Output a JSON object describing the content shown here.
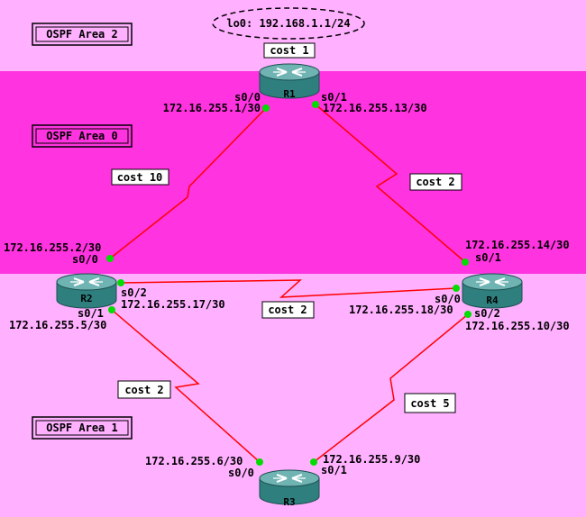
{
  "colors": {
    "area_light": "#ffb0ff",
    "area_dark": "#ff33e0",
    "link": "#ff0000",
    "port_dot": "#00dd00",
    "router_top": "#6fb3b3",
    "router_side": "#2f7f7f"
  },
  "areas": {
    "area2": "OSPF Area 2",
    "area0": "OSPF Area 0",
    "area1": "OSPF Area 1"
  },
  "loopback": "lo0: 192.168.1.1/24",
  "routers": {
    "r1": "R1",
    "r2": "R2",
    "r3": "R3",
    "r4": "R4"
  },
  "costs": {
    "r1_loopback": "cost 1",
    "r1_r2": "cost 10",
    "r1_r4": "cost 2",
    "r2_r4": "cost 2",
    "r2_r3": "cost 2",
    "r3_r4": "cost 5"
  },
  "interfaces": {
    "r1_s00": "s0/0",
    "r1_s00_ip": "172.16.255.1/30",
    "r1_s01": "s0/1",
    "r1_s01_ip": "172.16.255.13/30",
    "r2_s00": "s0/0",
    "r2_s00_ip": "172.16.255.2/30",
    "r2_s02": "s0/2",
    "r2_s02_ip": "172.16.255.17/30",
    "r2_s01": "s0/1",
    "r2_s01_ip": "172.16.255.5/30",
    "r4_s01": "s0/1",
    "r4_s01_ip": "172.16.255.14/30",
    "r4_s00": "s0/0",
    "r4_s00_ip": "172.16.255.18/30",
    "r4_s02": "s0/2",
    "r4_s02_ip": "172.16.255.10/30",
    "r3_s00": "s0/0",
    "r3_s00_ip": "172.16.255.6/30",
    "r3_s01": "s0/1",
    "r3_s01_ip": "172.16.255.9/30"
  }
}
